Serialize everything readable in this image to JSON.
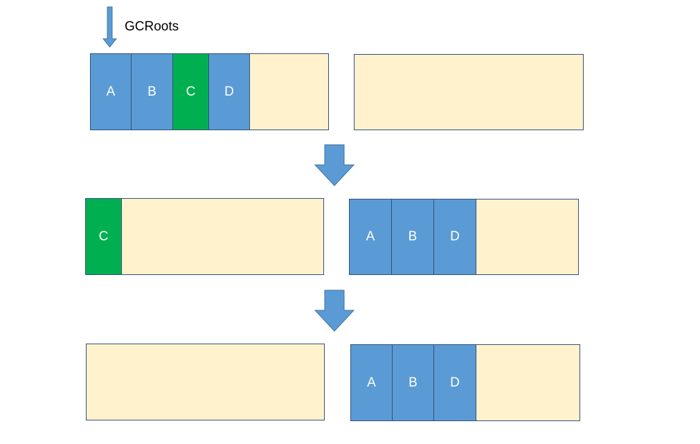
{
  "gc_roots_label": "GCRoots",
  "colors": {
    "live_object": "#5b9bd5",
    "dead_object": "#00b050",
    "free_space": "#fff2cc",
    "border": "#2f4f7a",
    "arrow": "#5b9bd5"
  },
  "steps": [
    {
      "left_space": [
        "A",
        "B",
        "C",
        "D"
      ],
      "right_space": []
    },
    {
      "left_space": [
        "C"
      ],
      "right_space": [
        "A",
        "B",
        "D"
      ]
    },
    {
      "left_space": [],
      "right_space": [
        "A",
        "B",
        "D"
      ]
    }
  ]
}
